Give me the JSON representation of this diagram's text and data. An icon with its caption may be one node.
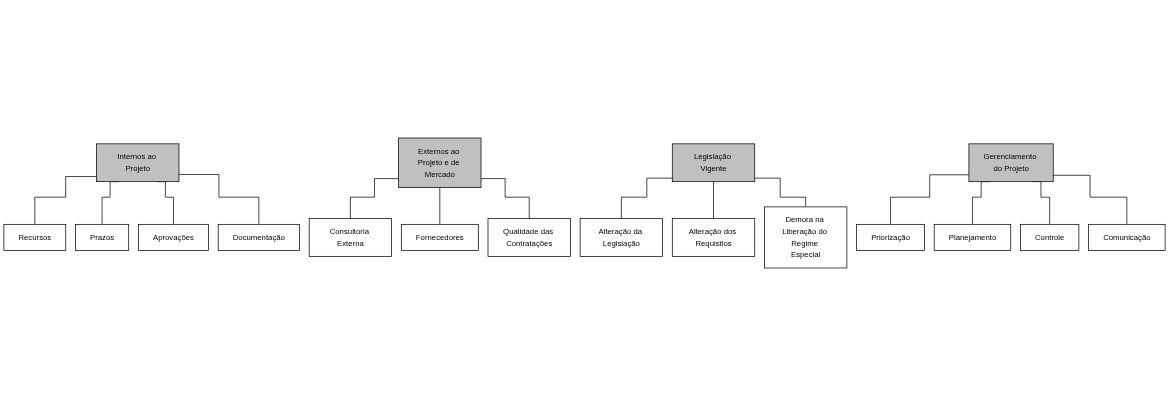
{
  "diagram": {
    "nodes": [
      {
        "text": [
          "Internos ao Projeto"
        ]
      },
      {
        "text": [
          "Recursos"
        ]
      },
      {
        "text": [
          "Prazos"
        ]
      },
      {
        "text": [
          "Aprovações"
        ]
      },
      {
        "text": [
          "Documentação"
        ]
      },
      {
        "text": [
          "Externos ao Projeto e de Mercado"
        ]
      },
      {
        "text": [
          "Consultoria Externa"
        ]
      },
      {
        "text": [
          "Fornecedores"
        ]
      },
      {
        "text": [
          "Qualidade das Contratações"
        ]
      },
      {
        "text": [
          "Legislação Vigente"
        ]
      },
      {
        "text": [
          "Alteração da Legislação"
        ]
      },
      {
        "text": [
          "Alteração dos Requisitos"
        ]
      },
      {
        "text": [
          "Demora na Liberação do Regime Especial"
        ]
      },
      {
        "text": [
          "Gerenciamento do Projeto"
        ]
      },
      {
        "text": [
          "Priorização"
        ]
      },
      {
        "text": [
          "Planejamento"
        ]
      },
      {
        "text": [
          "Controle"
        ]
      },
      {
        "text": [
          "Comunicação"
        ]
      }
    ],
    "edges": [
      {
        "from": 0,
        "to": 1,
        "arrow": "none"
      },
      {
        "from": 0,
        "to": 2,
        "arrow": "none"
      },
      {
        "from": 0,
        "to": 3,
        "arrow": "none"
      },
      {
        "from": 0,
        "to": 4,
        "arrow": "none"
      },
      {
        "from": 5,
        "to": 6,
        "arrow": "none"
      },
      {
        "from": 5,
        "to": 7,
        "arrow": "none"
      },
      {
        "from": 5,
        "to": 8,
        "arrow": "none"
      },
      {
        "from": 9,
        "to": 10,
        "arrow": "none"
      },
      {
        "from": 9,
        "to": 11,
        "arrow": "none"
      },
      {
        "from": 9,
        "to": 12,
        "arrow": "none"
      },
      {
        "from": 13,
        "to": 14,
        "arrow": "none"
      },
      {
        "from": 13,
        "to": 15,
        "arrow": "none"
      },
      {
        "from": 13,
        "to": 16,
        "arrow": "none"
      },
      {
        "from": 13,
        "to": 17,
        "arrow": "none"
      }
    ]
  }
}
